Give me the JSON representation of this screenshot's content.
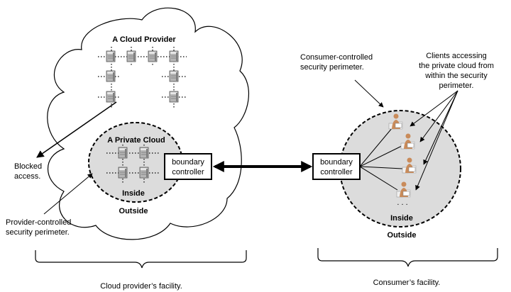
{
  "provider_cloud_title": "A Cloud Provider",
  "private_cloud_title": "A Private Cloud",
  "left_inside": "Inside",
  "left_outside": "Outside",
  "left_boundary": [
    "boundary",
    "controller"
  ],
  "blocked_access": [
    "Blocked",
    "access."
  ],
  "provider_perimeter": [
    "Provider-controlled",
    "security perimeter."
  ],
  "consumer_perimeter": [
    "Consumer-controlled",
    "security perimeter."
  ],
  "clients_note": [
    "Clients accessing",
    "the private cloud from",
    "within the security",
    "perimeter."
  ],
  "right_boundary": [
    "boundary",
    "controller"
  ],
  "right_inside": "Inside",
  "right_outside": "Outside",
  "right_ellipsis": ". . .",
  "provider_facility": "Cloud provider’s facility.",
  "consumer_facility": "Consumer’s facility.",
  "colors": {
    "perimeter_fill": "#dcdcdc",
    "server": "#a9a9a9",
    "client_skin": "#c98b5a"
  },
  "icons": [
    "server-icon",
    "client-user-icon"
  ]
}
